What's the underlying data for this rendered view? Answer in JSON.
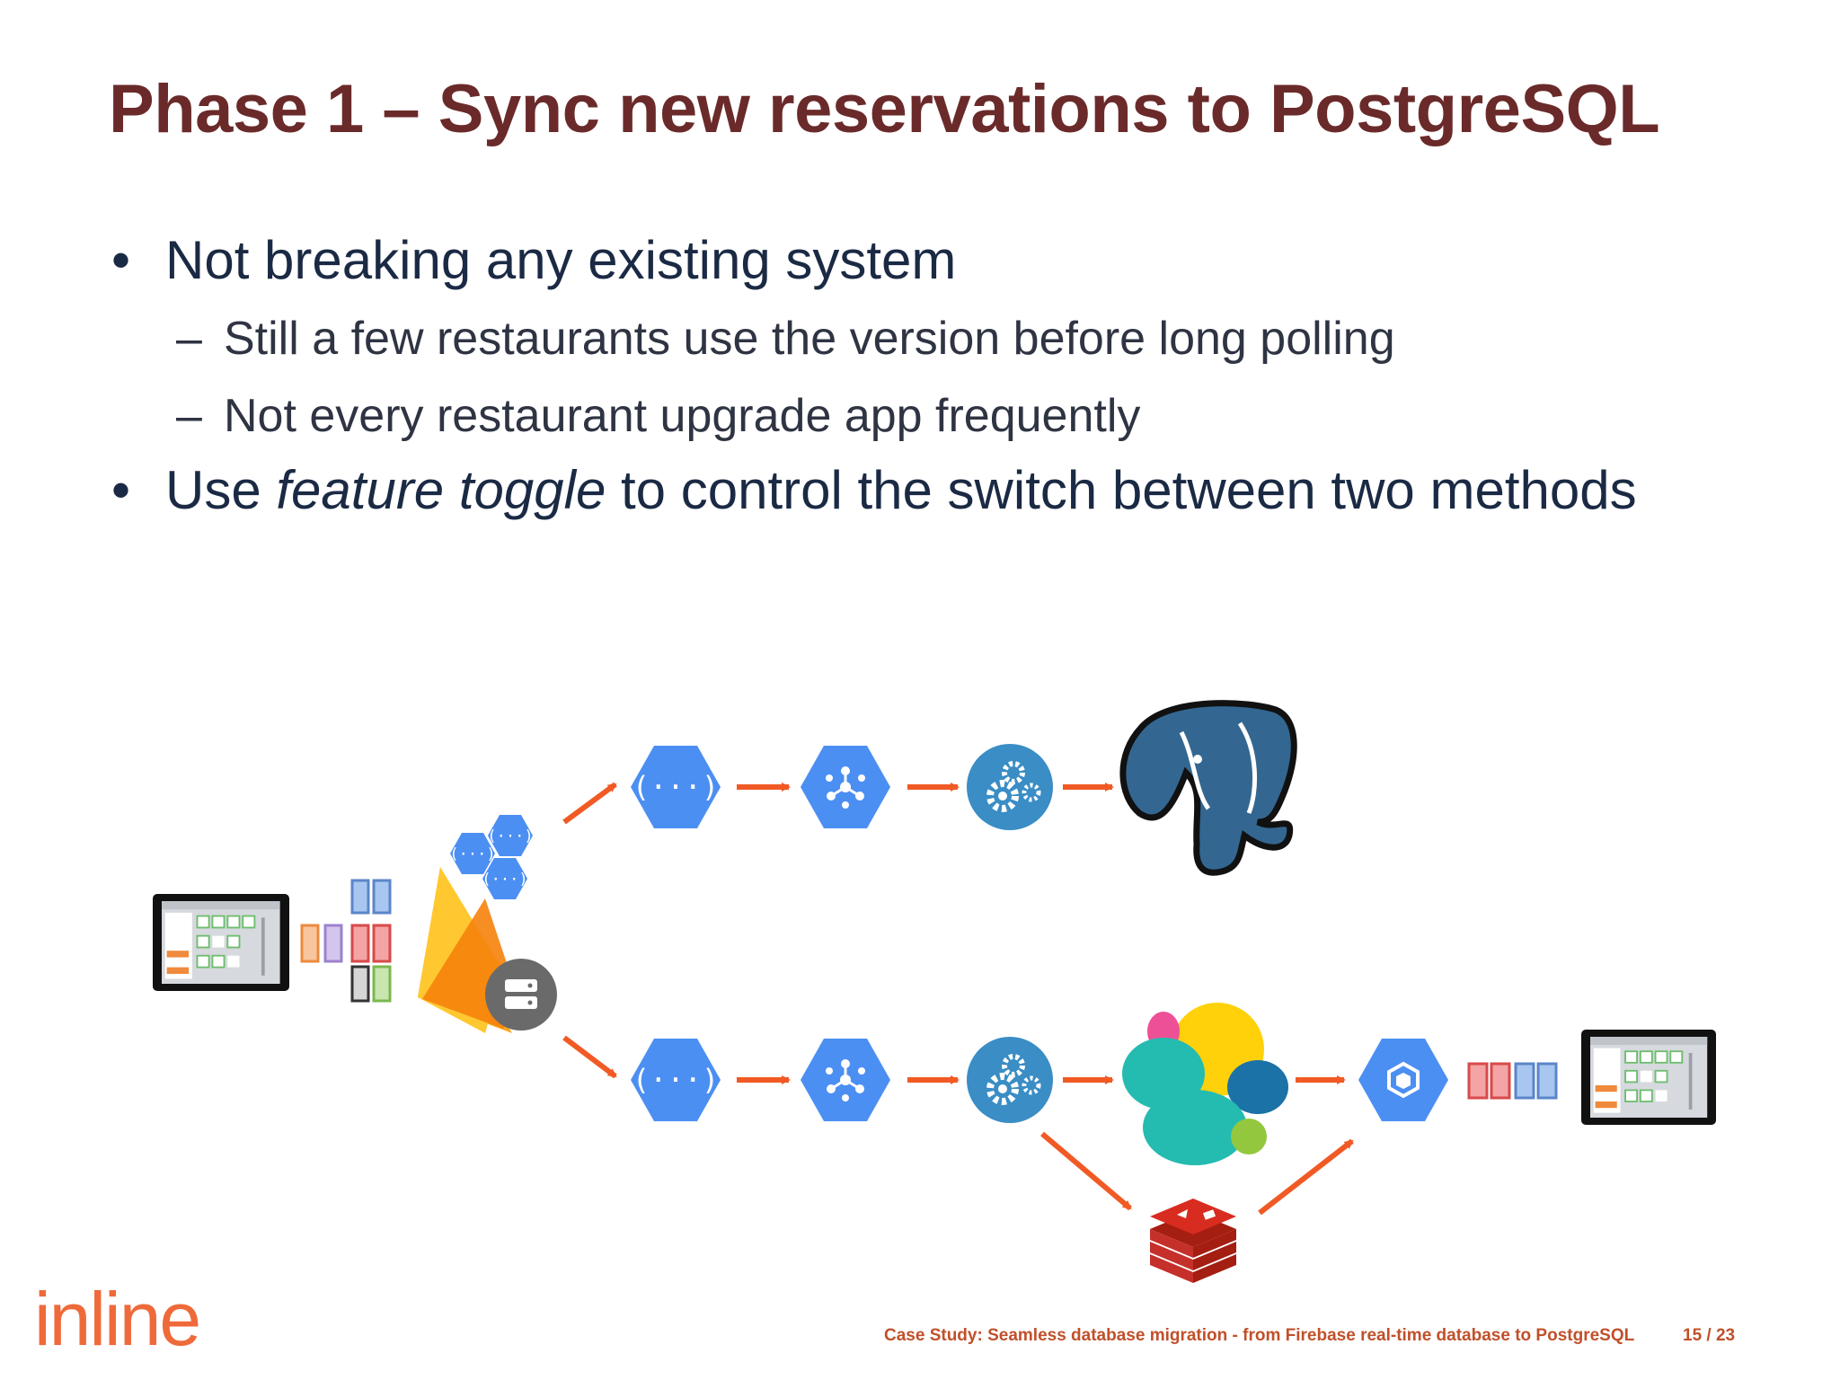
{
  "slide": {
    "title": "Phase 1 – Sync new reservations to PostgreSQL",
    "bullets": [
      {
        "text": "Not breaking any existing system",
        "sub": [
          "Still a few restaurants use the version before long polling",
          "Not every restaurant upgrade app frequently"
        ]
      },
      {
        "prefix": "Use ",
        "emphasis": "feature toggle",
        "suffix": " to control the switch between two methods"
      }
    ],
    "bullet_glyph": "•",
    "sub_glyph": "–"
  },
  "diagram": {
    "arrow_color": "#f15a24",
    "hex_color": "#4c8ff2",
    "icons": [
      "tablet-icon",
      "data-blocks-icon",
      "firebase-icon",
      "cloud-functions-icon",
      "pubsub-icon",
      "compute-gears-icon",
      "postgresql-elephant-icon",
      "elasticsearch-icon",
      "redis-icon",
      "app-engine-icon"
    ]
  },
  "brand": {
    "logo_text": "inline",
    "color": "#ef6a3a"
  },
  "footer": {
    "case_study": "Case Study: Seamless database migration - from Firebase real-time database to PostgreSQL",
    "page": "15  /  23"
  }
}
